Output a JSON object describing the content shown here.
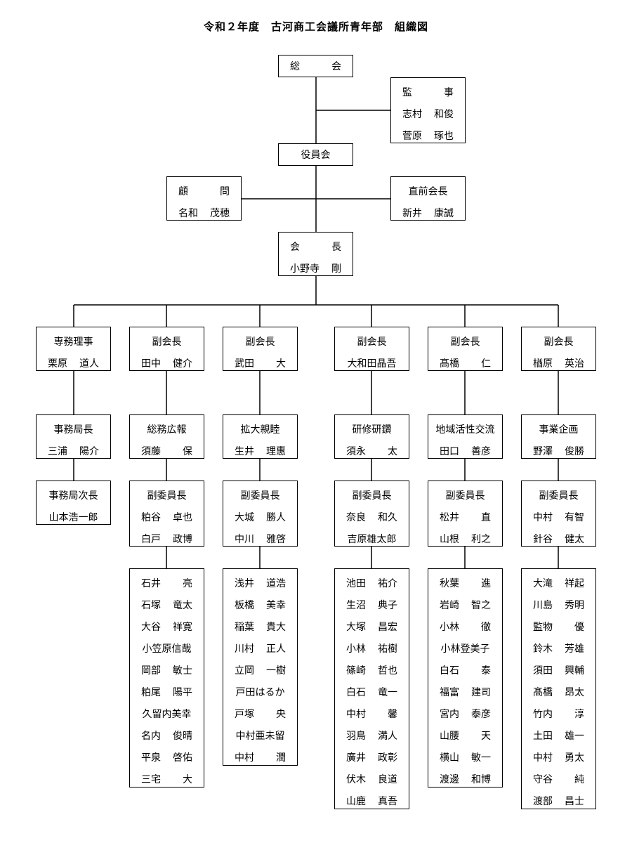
{
  "title": "令和２年度　古河商工会議所青年部　組織図",
  "nodes": {
    "general_meeting": {
      "lines": [
        [
          "総",
          "会"
        ]
      ]
    },
    "auditors": {
      "lines": [
        [
          "監",
          "事"
        ],
        [
          "志村",
          "和俊"
        ],
        [
          "菅原",
          "琢也"
        ]
      ]
    },
    "board": {
      "lines": [
        [
          "役員会"
        ]
      ]
    },
    "advisor": {
      "lines": [
        [
          "顧",
          "問"
        ],
        [
          "名和",
          "茂穂"
        ]
      ]
    },
    "past_president": {
      "lines": [
        [
          "直前会長"
        ],
        [
          "新井",
          "康誠"
        ]
      ]
    },
    "president": {
      "lines": [
        [
          "会",
          "長"
        ],
        [
          "小野寺",
          "剛"
        ]
      ]
    },
    "managing_director": {
      "lines": [
        [
          "専務理事"
        ],
        [
          "栗原",
          "道人"
        ]
      ]
    },
    "vp1": {
      "lines": [
        [
          "副会長"
        ],
        [
          "田中",
          "健介"
        ]
      ]
    },
    "vp2": {
      "lines": [
        [
          "副会長"
        ],
        [
          "武田",
          "大"
        ]
      ]
    },
    "vp3": {
      "lines": [
        [
          "副会長"
        ],
        [
          "大和田晶吾"
        ]
      ]
    },
    "vp4": {
      "lines": [
        [
          "副会長"
        ],
        [
          "髙橋",
          "仁"
        ]
      ]
    },
    "vp5": {
      "lines": [
        [
          "副会長"
        ],
        [
          "楢原",
          "英治"
        ]
      ]
    },
    "secretariat_head": {
      "lines": [
        [
          "事務局長"
        ],
        [
          "三浦",
          "陽介"
        ]
      ]
    },
    "secretariat_deputy": {
      "lines": [
        [
          "事務局次長"
        ],
        [
          "山本浩一郎"
        ]
      ]
    },
    "committee1": {
      "lines": [
        [
          "総務広報"
        ],
        [
          "須藤",
          "保"
        ]
      ]
    },
    "committee2": {
      "lines": [
        [
          "拡大親睦"
        ],
        [
          "生井",
          "理惠"
        ]
      ]
    },
    "committee3": {
      "lines": [
        [
          "研修研鑽"
        ],
        [
          "須永",
          "太"
        ]
      ]
    },
    "committee4": {
      "lines": [
        [
          "地域活性交流"
        ],
        [
          "田口",
          "善彦"
        ]
      ]
    },
    "committee5": {
      "lines": [
        [
          "事業企画"
        ],
        [
          "野澤",
          "俊勝"
        ]
      ]
    },
    "vicechairs1": {
      "lines": [
        [
          "副委員長"
        ],
        [
          "粕谷",
          "卓也"
        ],
        [
          "白戸",
          "政博"
        ]
      ]
    },
    "vicechairs2": {
      "lines": [
        [
          "副委員長"
        ],
        [
          "大城",
          "勝人"
        ],
        [
          "中川",
          "雅啓"
        ]
      ]
    },
    "vicechairs3": {
      "lines": [
        [
          "副委員長"
        ],
        [
          "奈良",
          "和久"
        ],
        [
          "吉原雄太郎"
        ]
      ]
    },
    "vicechairs4": {
      "lines": [
        [
          "副委員長"
        ],
        [
          "松井",
          "直"
        ],
        [
          "山根",
          "利之"
        ]
      ]
    },
    "vicechairs5": {
      "lines": [
        [
          "副委員長"
        ],
        [
          "中村",
          "有智"
        ],
        [
          "針谷",
          "健太"
        ]
      ]
    },
    "members1": {
      "lines": [
        [
          "石井",
          "亮"
        ],
        [
          "石塚",
          "竜太"
        ],
        [
          "大谷",
          "祥寛"
        ],
        [
          "小笠原信哉"
        ],
        [
          "岡部",
          "敏士"
        ],
        [
          "粕尾",
          "陽平"
        ],
        [
          "久留内美幸"
        ],
        [
          "名内",
          "俊晴"
        ],
        [
          "平泉",
          "啓佑"
        ],
        [
          "三宅",
          "大"
        ]
      ]
    },
    "members2": {
      "lines": [
        [
          "浅井",
          "道浩"
        ],
        [
          "板橋",
          "美幸"
        ],
        [
          "稲葉",
          "貴大"
        ],
        [
          "川村",
          "正人"
        ],
        [
          "立岡",
          "一樹"
        ],
        [
          "戸田はるか"
        ],
        [
          "戸塚",
          "央"
        ],
        [
          "中村亜未留"
        ],
        [
          "中村",
          "潤"
        ]
      ]
    },
    "members3": {
      "lines": [
        [
          "池田",
          "祐介"
        ],
        [
          "生沼",
          "典子"
        ],
        [
          "大塚",
          "昌宏"
        ],
        [
          "小林",
          "祐樹"
        ],
        [
          "篠崎",
          "哲也"
        ],
        [
          "白石",
          "竜一"
        ],
        [
          "中村",
          "馨"
        ],
        [
          "羽鳥",
          "満人"
        ],
        [
          "廣井",
          "政彰"
        ],
        [
          "伏木",
          "良道"
        ],
        [
          "山鹿",
          "真吾"
        ]
      ]
    },
    "members4": {
      "lines": [
        [
          "秋葉",
          "進"
        ],
        [
          "岩崎",
          "智之"
        ],
        [
          "小林",
          "徹"
        ],
        [
          "小林登美子"
        ],
        [
          "白石",
          "泰"
        ],
        [
          "福富",
          "建司"
        ],
        [
          "宮内",
          "泰彦"
        ],
        [
          "山腰",
          "天"
        ],
        [
          "横山",
          "敏一"
        ],
        [
          "渡邊",
          "和博"
        ]
      ]
    },
    "members5": {
      "lines": [
        [
          "大滝",
          "祥起"
        ],
        [
          "川島",
          "秀明"
        ],
        [
          "監物",
          "優"
        ],
        [
          "鈴木",
          "芳雄"
        ],
        [
          "須田",
          "興輔"
        ],
        [
          "髙橋",
          "昂太"
        ],
        [
          "竹内",
          "淳"
        ],
        [
          "土田",
          "雄一"
        ],
        [
          "中村",
          "勇太"
        ],
        [
          "守谷",
          "純"
        ],
        [
          "渡部",
          "昌士"
        ]
      ]
    }
  }
}
